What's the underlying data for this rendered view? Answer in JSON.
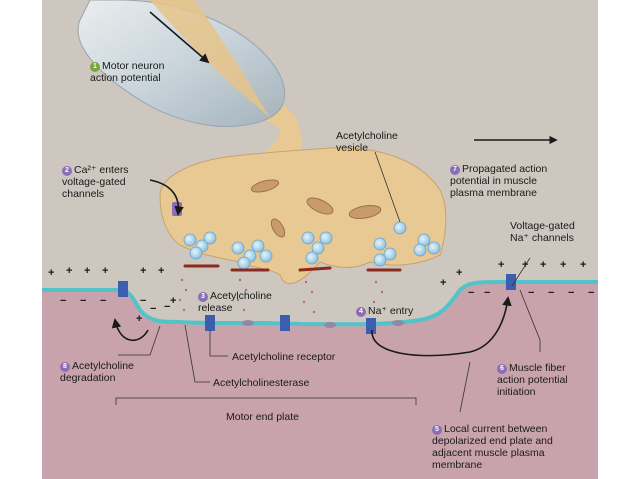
{
  "labels": {
    "motor_neuron": {
      "num": "1",
      "text": "Motor neuron\naction potential"
    },
    "ca_enters": {
      "num": "2",
      "text": "Ca²⁺ enters\nvoltage-gated\nchannels"
    },
    "ach_release": {
      "num": "3",
      "text": "Acetylcholine\nrelease"
    },
    "na_entry": {
      "num": "4",
      "text": "Na⁺ entry"
    },
    "local_current": {
      "num": "5",
      "text": "Local current between\ndepolarized end plate and\nadjacent muscle plasma\nmembrane"
    },
    "muscle_ap": {
      "num": "6",
      "text": "Muscle fiber\naction potential\ninitiation"
    },
    "propagated": {
      "num": "7",
      "text": "Propagated action\npotential in muscle\nplasma membrane"
    },
    "ach_degradation": {
      "num": "8",
      "text": "Acetylcholine\ndegradation"
    },
    "ach_vesicle": "Acetylcholine\nvesicle",
    "vg_na_channels": "Voltage-gated\nNa⁺ channels",
    "ach_receptor": "Acetylcholine receptor",
    "acetylcholinesterase": "Acetylcholinesterase",
    "motor_end_plate": "Motor end plate"
  },
  "charges": {
    "plus": "+",
    "minus": "−"
  },
  "colors": {
    "background": "#cdc7c0",
    "muscle": "#c9a3ab",
    "membrane": "#53c3c9",
    "terminal": "#e8c994",
    "channel": "#3b5fae",
    "vesicle": "#a9d4ea",
    "step_green": "#74a83a",
    "step_purple": "#8a6fb5"
  }
}
